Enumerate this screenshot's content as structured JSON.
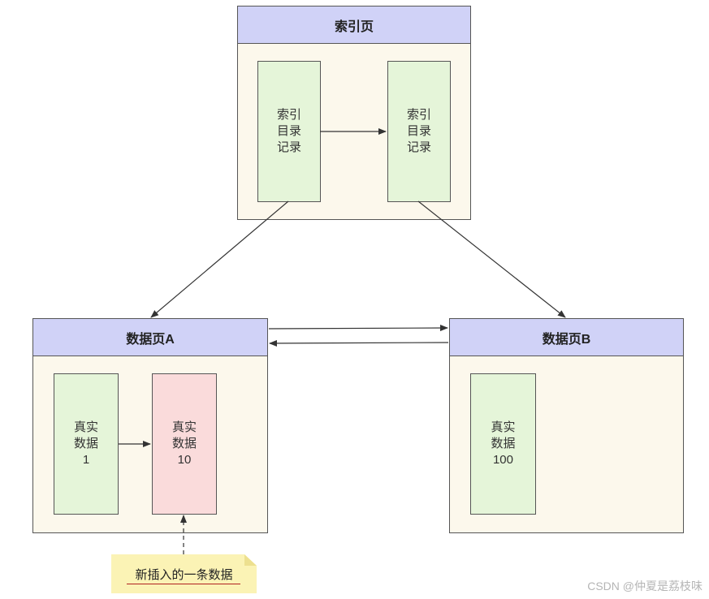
{
  "index_page": {
    "title": "索引页",
    "records": [
      {
        "lines": [
          "索引",
          "目录",
          "记录"
        ]
      },
      {
        "lines": [
          "索引",
          "目录",
          "记录"
        ]
      }
    ]
  },
  "data_page_a": {
    "title": "数据页A",
    "records": [
      {
        "lines": [
          "真实",
          "数据",
          "1"
        ],
        "color": "#e5f5d9"
      },
      {
        "lines": [
          "真实",
          "数据",
          "10"
        ],
        "color": "#fadbdb"
      }
    ]
  },
  "data_page_b": {
    "title": "数据页B",
    "records": [
      {
        "lines": [
          "真实",
          "数据",
          "100"
        ],
        "color": "#e5f5d9"
      }
    ]
  },
  "note": {
    "text": "新插入的一条数据"
  },
  "watermark": {
    "text": "CSDN @仲夏是荔枝味"
  },
  "colors": {
    "header": "#d0d2f7",
    "page_body": "#fcf8ec",
    "record_green": "#e5f5d9",
    "record_new": "#fadbdb",
    "note": "#fbf3b5"
  }
}
